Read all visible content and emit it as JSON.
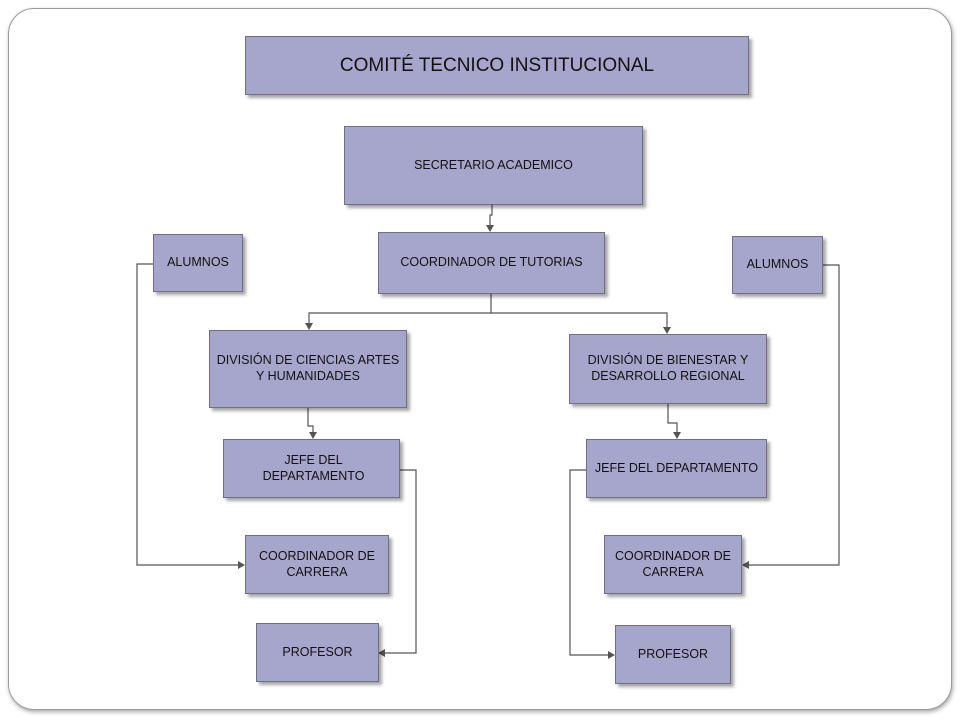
{
  "nodes": {
    "comite": "COMITÉ TECNICO INSTITUCIONAL",
    "secretario": "SECRETARIO ACADEMICO",
    "coordinador_tutorias": "COORDINADOR DE TUTORIAS",
    "alumnos_izq": "ALUMNOS",
    "alumnos_der": "ALUMNOS",
    "division_izq": "DIVISIÓN DE CIENCIAS ARTES Y HUMANIDADES",
    "division_der": "DIVISIÓN DE BIENESTAR Y DESARROLLO REGIONAL",
    "jefe_izq": "JEFE DEL DEPARTAMENTO",
    "jefe_der": "JEFE DEL DEPARTAMENTO",
    "coord_carrera_izq": "COORDINADOR DE CARRERA",
    "coord_carrera_der": "COORDINADOR DE CARRERA",
    "profesor_izq": "PROFESOR",
    "profesor_der": "PROFESOR"
  },
  "colors": {
    "box_fill": "#a6a6cc",
    "box_border": "#6f6f80",
    "connector": "#555555"
  }
}
